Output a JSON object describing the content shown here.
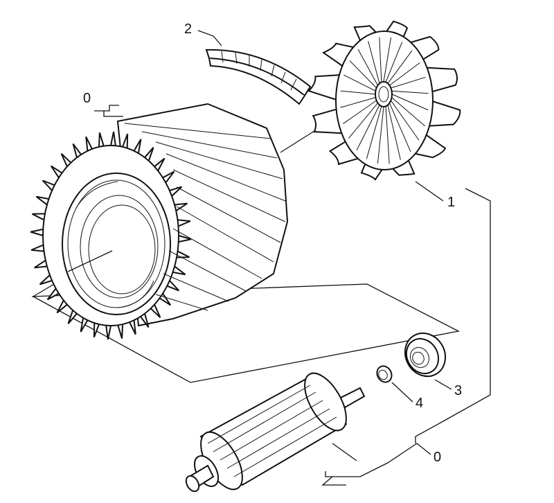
{
  "callouts": {
    "stator_group": "0",
    "fan_wheel": "1",
    "segment": "2",
    "ball_bearing": "3",
    "retaining_ring": "4",
    "rotor_group": "0"
  },
  "colors": {
    "line": "#111111",
    "background": "#ffffff"
  }
}
